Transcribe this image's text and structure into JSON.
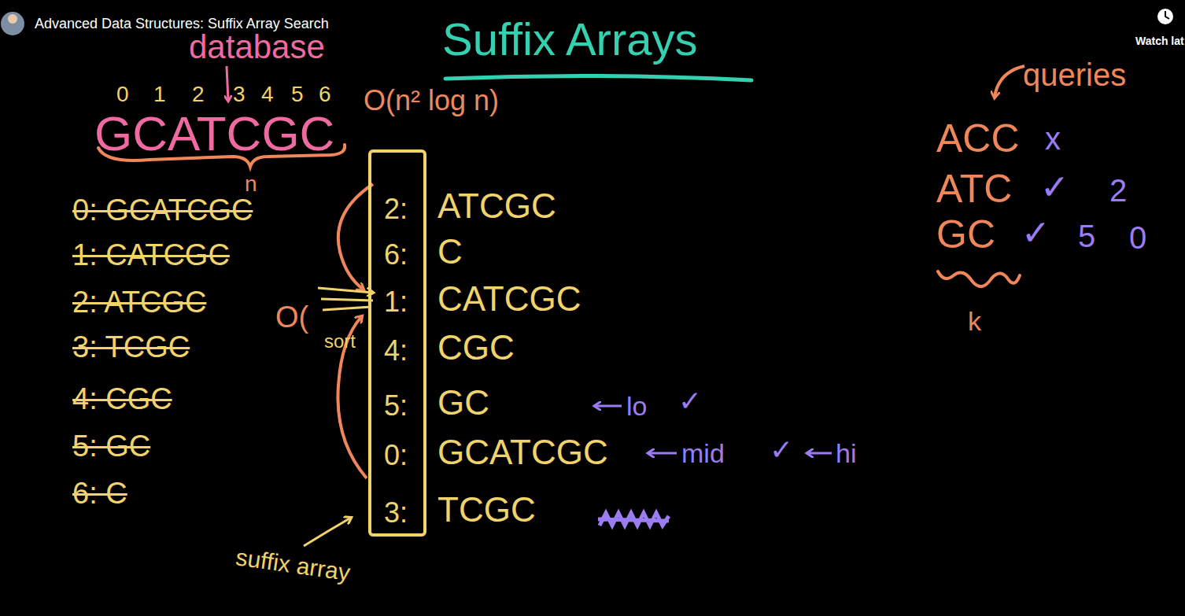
{
  "diagram": {
    "title": "Suffix Arrays",
    "nodes": [
      {
        "text": [
          "2:",
          "6:",
          "1:",
          "4:",
          "5:",
          "0:",
          "3:"
        ]
      }
    ],
    "labels": [
      "Advanced Data Structures: Suffix Array Search",
      "Watch lat",
      "database",
      "0",
      "1",
      "2",
      "3",
      "4",
      "5",
      "6",
      "GCATCGC",
      "n",
      "O(n² log n)",
      "0: GCATCGC",
      "1: CATCGC",
      "2: ATCGC",
      "3: TCGC",
      "4: CGC",
      "5: GC",
      "6: C",
      "O(",
      "sort",
      "ATCGC",
      "C",
      "CATCGC",
      "CGC",
      "GC",
      "GCATCGC",
      "TCGC",
      "suffix array",
      "lo",
      "✓",
      "mid",
      "✓",
      "hi",
      "queries",
      "ACC",
      "x",
      "ATC",
      "✓",
      "2",
      "GC",
      "✓",
      "5",
      "0",
      "k"
    ]
  }
}
